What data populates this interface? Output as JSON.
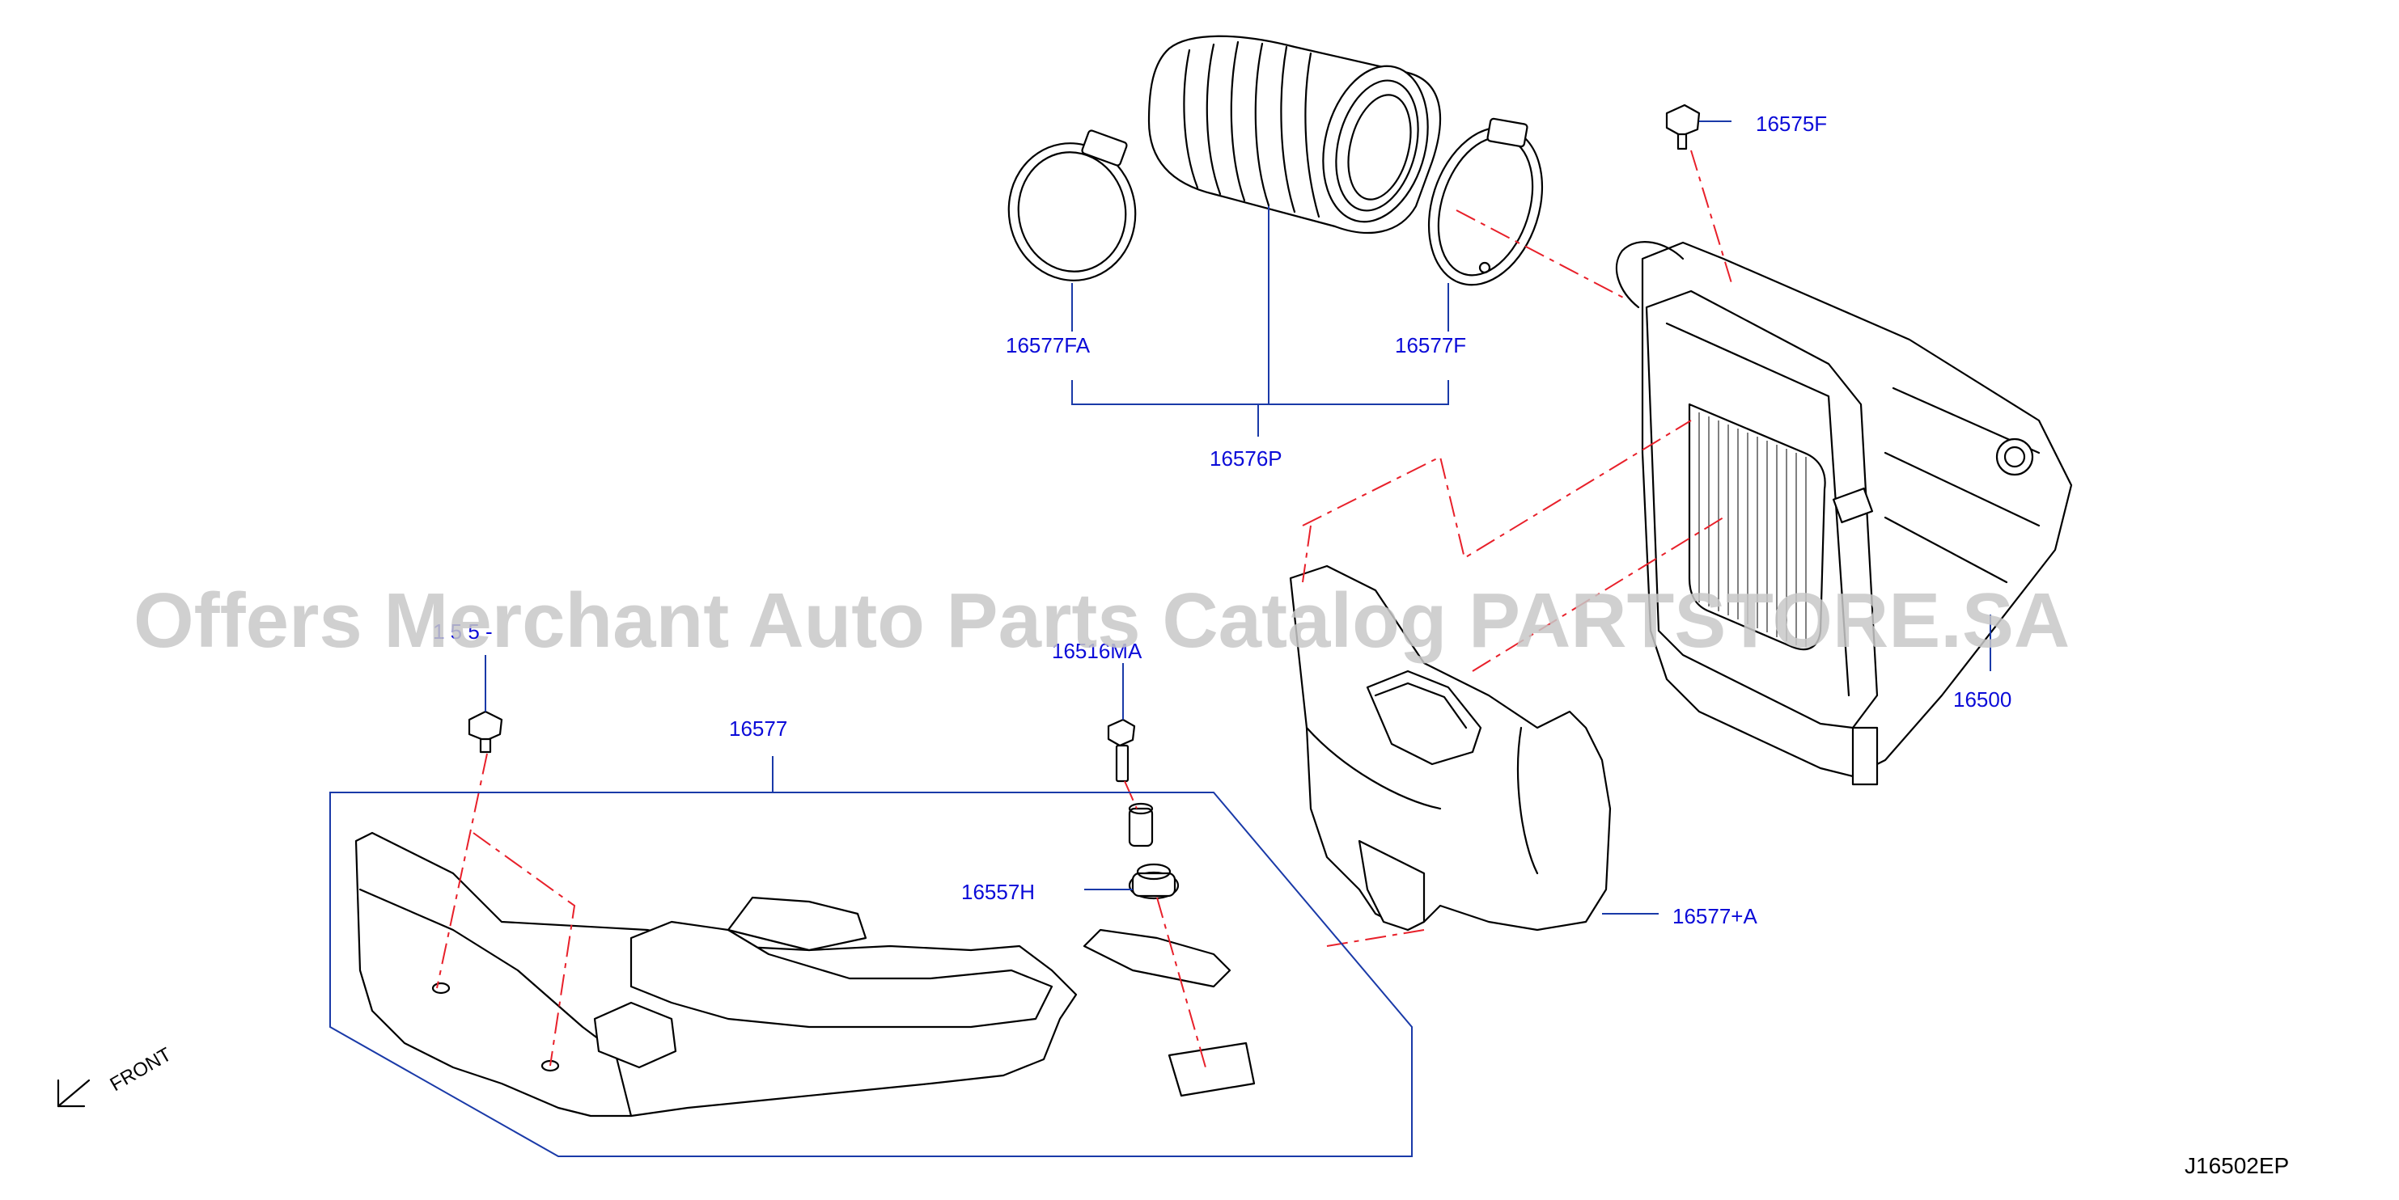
{
  "labels": {
    "p16577FA": "16577FA",
    "p16577F": "16577F",
    "p16576P": "16576P",
    "p16575F": "16575F",
    "p16500": "16500",
    "p16577A": "16577+A",
    "p16557H": "16557H",
    "p16516MA": "16516MA",
    "p16577": "16577",
    "p16575F_left": "1 5 5 -"
  },
  "front_label": "FRONT",
  "diagram_code": "J16502EP",
  "watermark": "Offers Merchant Auto Parts Catalog PARTSTORE.SA",
  "colors": {
    "part_number": "#0b0bd8",
    "leader": "#1a3aa8",
    "phantom_line": "#e8202a",
    "watermark": "#c8c8c8"
  }
}
